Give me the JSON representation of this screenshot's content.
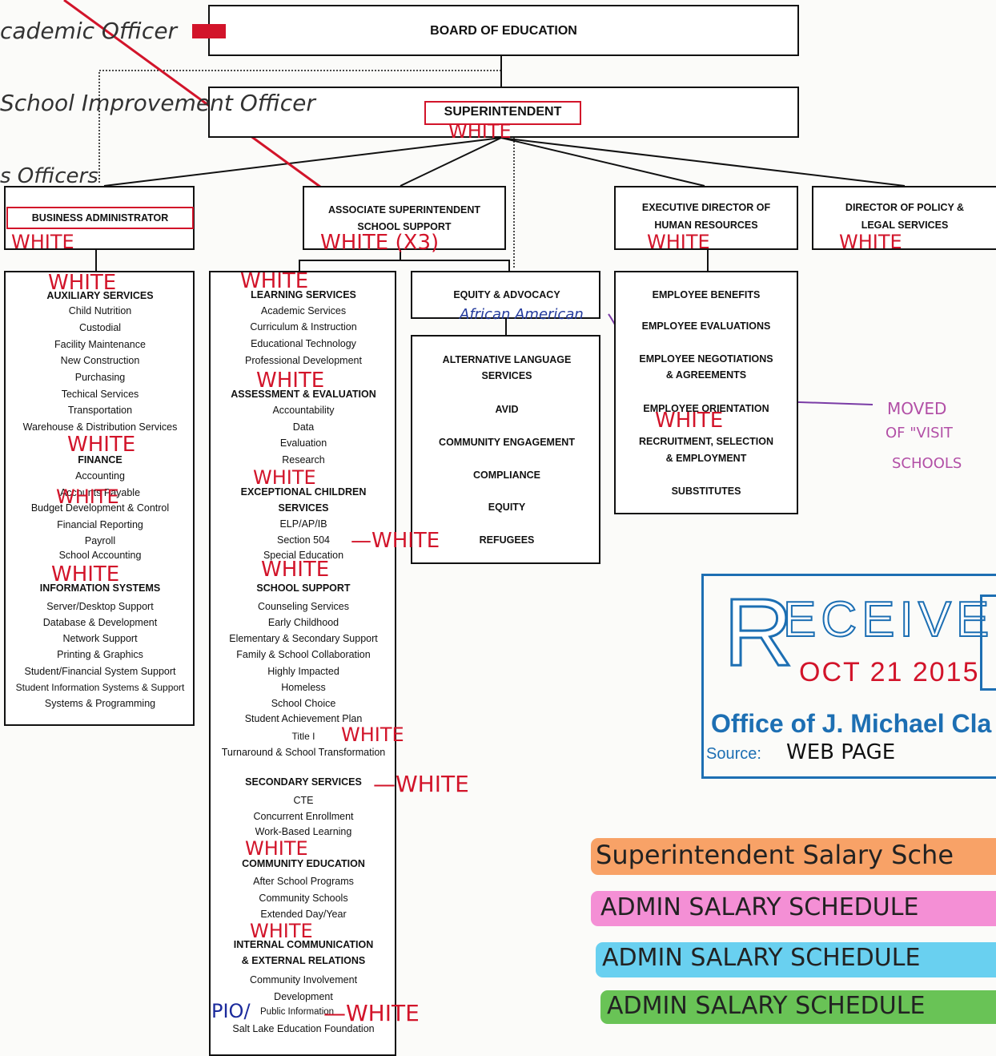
{
  "top": {
    "board": "BOARD OF EDUCATION",
    "superintendent": "SUPERINTENDENT",
    "business_admin": "BUSINESS ADMINISTRATOR",
    "assoc_super_1": "ASSOCIATE SUPERINTENDENT",
    "assoc_super_2": "SCHOOL SUPPORT",
    "exec_dir_1": "EXECUTIVE DIRECTOR OF",
    "exec_dir_2": "HUMAN RESOURCES",
    "dir_policy_1": "DIRECTOR OF POLICY &",
    "dir_policy_2": "LEGAL SERVICES"
  },
  "left": {
    "auxiliary": "AUXILIARY SERVICES",
    "aux_items": [
      "Child Nutrition",
      "Custodial",
      "Facility Maintenance",
      "New Construction",
      "Purchasing",
      "Techical Services",
      "Transportation",
      "Warehouse & Distribution Services"
    ],
    "finance": "FINANCE",
    "fin_items": [
      "Accounting",
      "Accounts Payable",
      "Budget Development & Control",
      "Financial Reporting",
      "Payroll",
      "School Accounting"
    ],
    "info": "INFORMATION SYSTEMS",
    "info_items": [
      "Server/Desktop Support",
      "Database & Development",
      "Network Support",
      "Printing & Graphics",
      "Student/Financial System Support",
      "Student Information Systems & Support",
      "Systems & Programming"
    ]
  },
  "mid": {
    "learning": "LEARNING SERVICES",
    "learning_items": [
      "Academic Services",
      "Curriculum & Instruction",
      "Educational Technology",
      "Professional Development"
    ],
    "assessment": "ASSESSMENT & EVALUATION",
    "assessment_items": [
      "Accountability",
      "Data",
      "Evaluation",
      "Research"
    ],
    "exceptional_1": "EXCEPTIONAL CHILDREN",
    "exceptional_2": "SERVICES",
    "exceptional_items": [
      "ELP/AP/IB",
      "Section 504",
      "Special Education"
    ],
    "school_support": "SCHOOL SUPPORT",
    "school_support_items": [
      "Counseling Services",
      "Early Childhood",
      "Elementary & Secondary Support",
      "Family & School Collaboration",
      "Highly Impacted",
      "Homeless",
      "School Choice",
      "Student Achievement Plan",
      "Title I",
      "Turnaround & School Transformation"
    ],
    "secondary": "SECONDARY SERVICES",
    "secondary_items": [
      "CTE",
      "Concurrent Enrollment",
      "Work-Based Learning"
    ],
    "community_ed": "COMMUNITY EDUCATION",
    "community_ed_items": [
      "After School Programs",
      "Community Schools",
      "Extended Day/Year"
    ],
    "internal_1": "INTERNAL COMMUNICATION",
    "internal_2": "& EXTERNAL RELATIONS",
    "internal_items": [
      "Community Involvement",
      "Development",
      "Public Information",
      "Salt Lake Education Foundation"
    ]
  },
  "equity": {
    "header": "EQUITY & ADVOCACY",
    "items": [
      "ALTERNATIVE LANGUAGE",
      "SERVICES",
      "AVID",
      "COMMUNITY ENGAGEMENT",
      "COMPLIANCE",
      "EQUITY",
      "REFUGEES"
    ]
  },
  "hr": {
    "items": [
      "EMPLOYEE BENEFITS",
      "EMPLOYEE EVALUATIONS",
      "EMPLOYEE NEGOTIATIONS",
      "& AGREEMENTS",
      "EMPLOYEE ORIENTATION",
      "RECRUITMENT, SELECTION",
      "& EMPLOYMENT",
      "SUBSTITUTES"
    ]
  },
  "handwriting": {
    "white": "WHITE",
    "white_x3": "WHITE (X3)",
    "academic_officer": "cademic Officer",
    "school_improvement": "School Improvement Officer",
    "officers": "s Officers",
    "african_american": "African American",
    "moved_1": "MOVED",
    "moved_2": "OF \"VISIT",
    "moved_3": "SCHOOLS",
    "pio": "PIO/",
    "dash_white": "—WHITE"
  },
  "stamp": {
    "received": "ECEIVE",
    "r": "R",
    "date": "OCT 21 2015",
    "office": "Office of J. Michael Cla",
    "source_label": "Source:",
    "source_value": "WEB PAGE"
  },
  "legend": [
    {
      "label": "Superintendent Salary Sche",
      "color": "#f7924e"
    },
    {
      "label": "ADMIN SALARY SCHEDULE",
      "color": "#f27bcf"
    },
    {
      "label": "ADMIN SALARY SCHEDULE",
      "color": "#4fc8ee"
    },
    {
      "label": "ADMIN SALARY SCHEDULE",
      "color": "#4fb83a"
    }
  ]
}
